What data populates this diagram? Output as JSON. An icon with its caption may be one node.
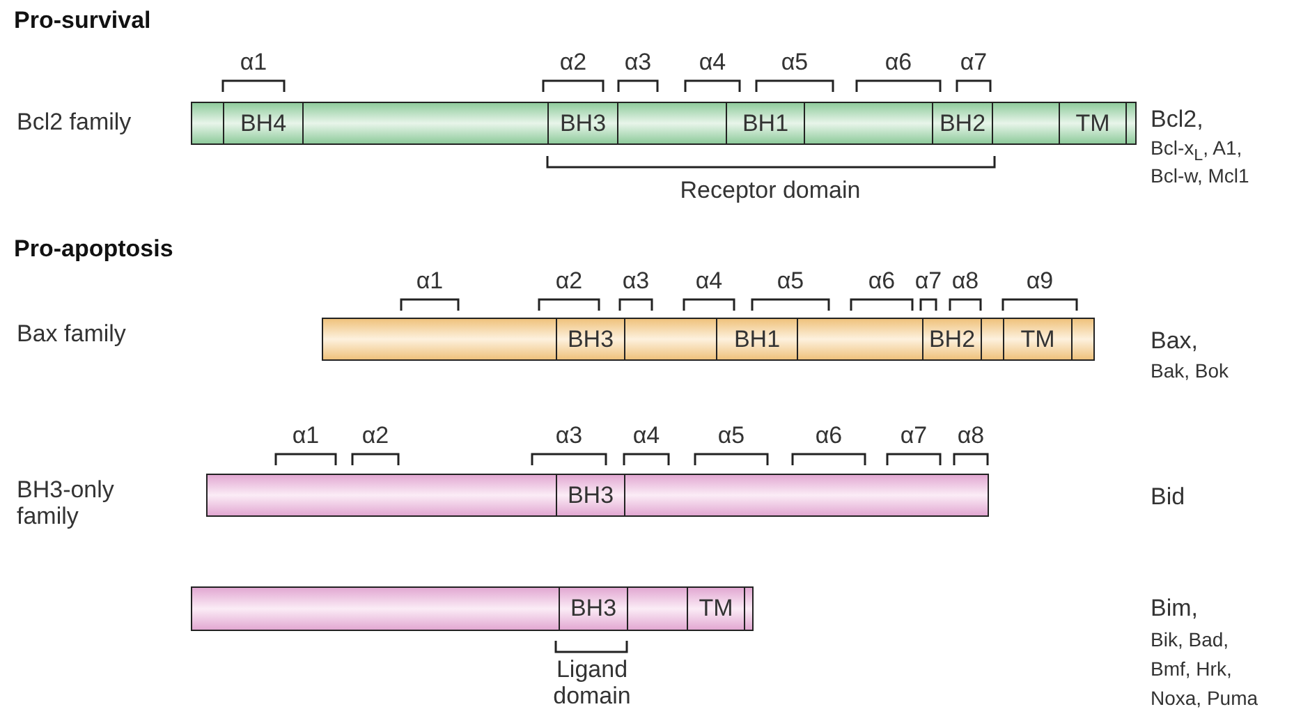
{
  "diagram": {
    "nodes": [
      {
        "text": [],
        "shape": "bar"
      },
      {
        "text": [
          "BH4"
        ],
        "in": 0
      },
      {
        "text": [
          "BH3"
        ],
        "in": 0
      },
      {
        "text": [
          "BH1"
        ],
        "in": 0
      },
      {
        "text": [
          "BH2"
        ],
        "in": 0
      },
      {
        "text": [
          "TM"
        ],
        "in": 0
      },
      {
        "text": [],
        "shape": "bar"
      },
      {
        "text": [
          "BH3"
        ],
        "in": 6
      },
      {
        "text": [
          "BH1"
        ],
        "in": 6
      },
      {
        "text": [
          "BH2"
        ],
        "in": 6
      },
      {
        "text": [
          "TM"
        ],
        "in": 6
      },
      {
        "text": [],
        "shape": "bar"
      },
      {
        "text": [
          "BH3"
        ],
        "in": 11
      },
      {
        "text": [],
        "shape": "bar"
      },
      {
        "text": [
          "BH3"
        ],
        "in": 13
      },
      {
        "text": [
          "TM"
        ],
        "in": 13
      }
    ],
    "edges": [],
    "labels": [
      "Pro-survival",
      "α1",
      "α2",
      "α3",
      "α4",
      "α5",
      "α6",
      "α7",
      "Bcl2 family",
      "Bcl2,",
      "Bcl-x$_{L}$, A1,",
      "Bcl-w, Mcl1",
      "Receptor domain",
      "Pro-apoptosis",
      "α1",
      "α2",
      "α3",
      "α4",
      "α5",
      "α6",
      "α7",
      "α8",
      "α9",
      "Bax family",
      "Bax,",
      "Bak, Bok",
      "α1",
      "α2",
      "α3",
      "α4",
      "α5",
      "α6",
      "α7",
      "α8",
      "BH3-only family",
      "Bid",
      "Bim,",
      "Bik, Bad,",
      "Bmf, Hrk,",
      "Noxa, Puma",
      "Ligand domain"
    ]
  }
}
